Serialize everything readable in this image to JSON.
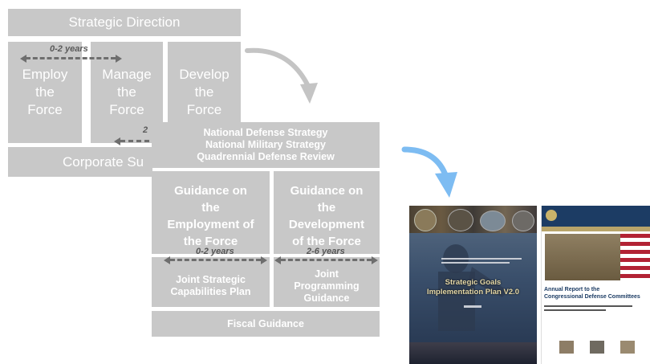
{
  "legacy": {
    "title": "Strategic Direction",
    "employ": "Employ\nthe\nForce",
    "manage": "Manage\nthe\nForce",
    "develop": "Develop\nthe\nForce",
    "years": "0-2 years",
    "years2_partial": "2",
    "corporate": "Corporate Su"
  },
  "current": {
    "header": "National Defense Strategy\nNational Military Strategy\nQuadrennial Defense Review",
    "employment": "Guidance on\nthe\nEmployment of\nthe Force",
    "development": "Guidance on\nthe\nDevelopment\nof the Force",
    "years_left": "0-2 years",
    "years_right": "2-6 years",
    "jscp": "Joint Strategic\nCapabilities Plan",
    "jpg": "Joint\nProgramming\nGuidance",
    "fiscal": "Fiscal Guidance"
  },
  "documents": {
    "doc1_title": "Strategic Goals\nImplementation Plan V2.0",
    "doc2_title": "Annual Report to the\nCongressional Defense Committees"
  },
  "colors": {
    "box": "#c8c8c8",
    "gray_arrow": "#c4c4c4",
    "blue_arrow": "#7dbcf2",
    "dash": "#6e6e6e"
  }
}
